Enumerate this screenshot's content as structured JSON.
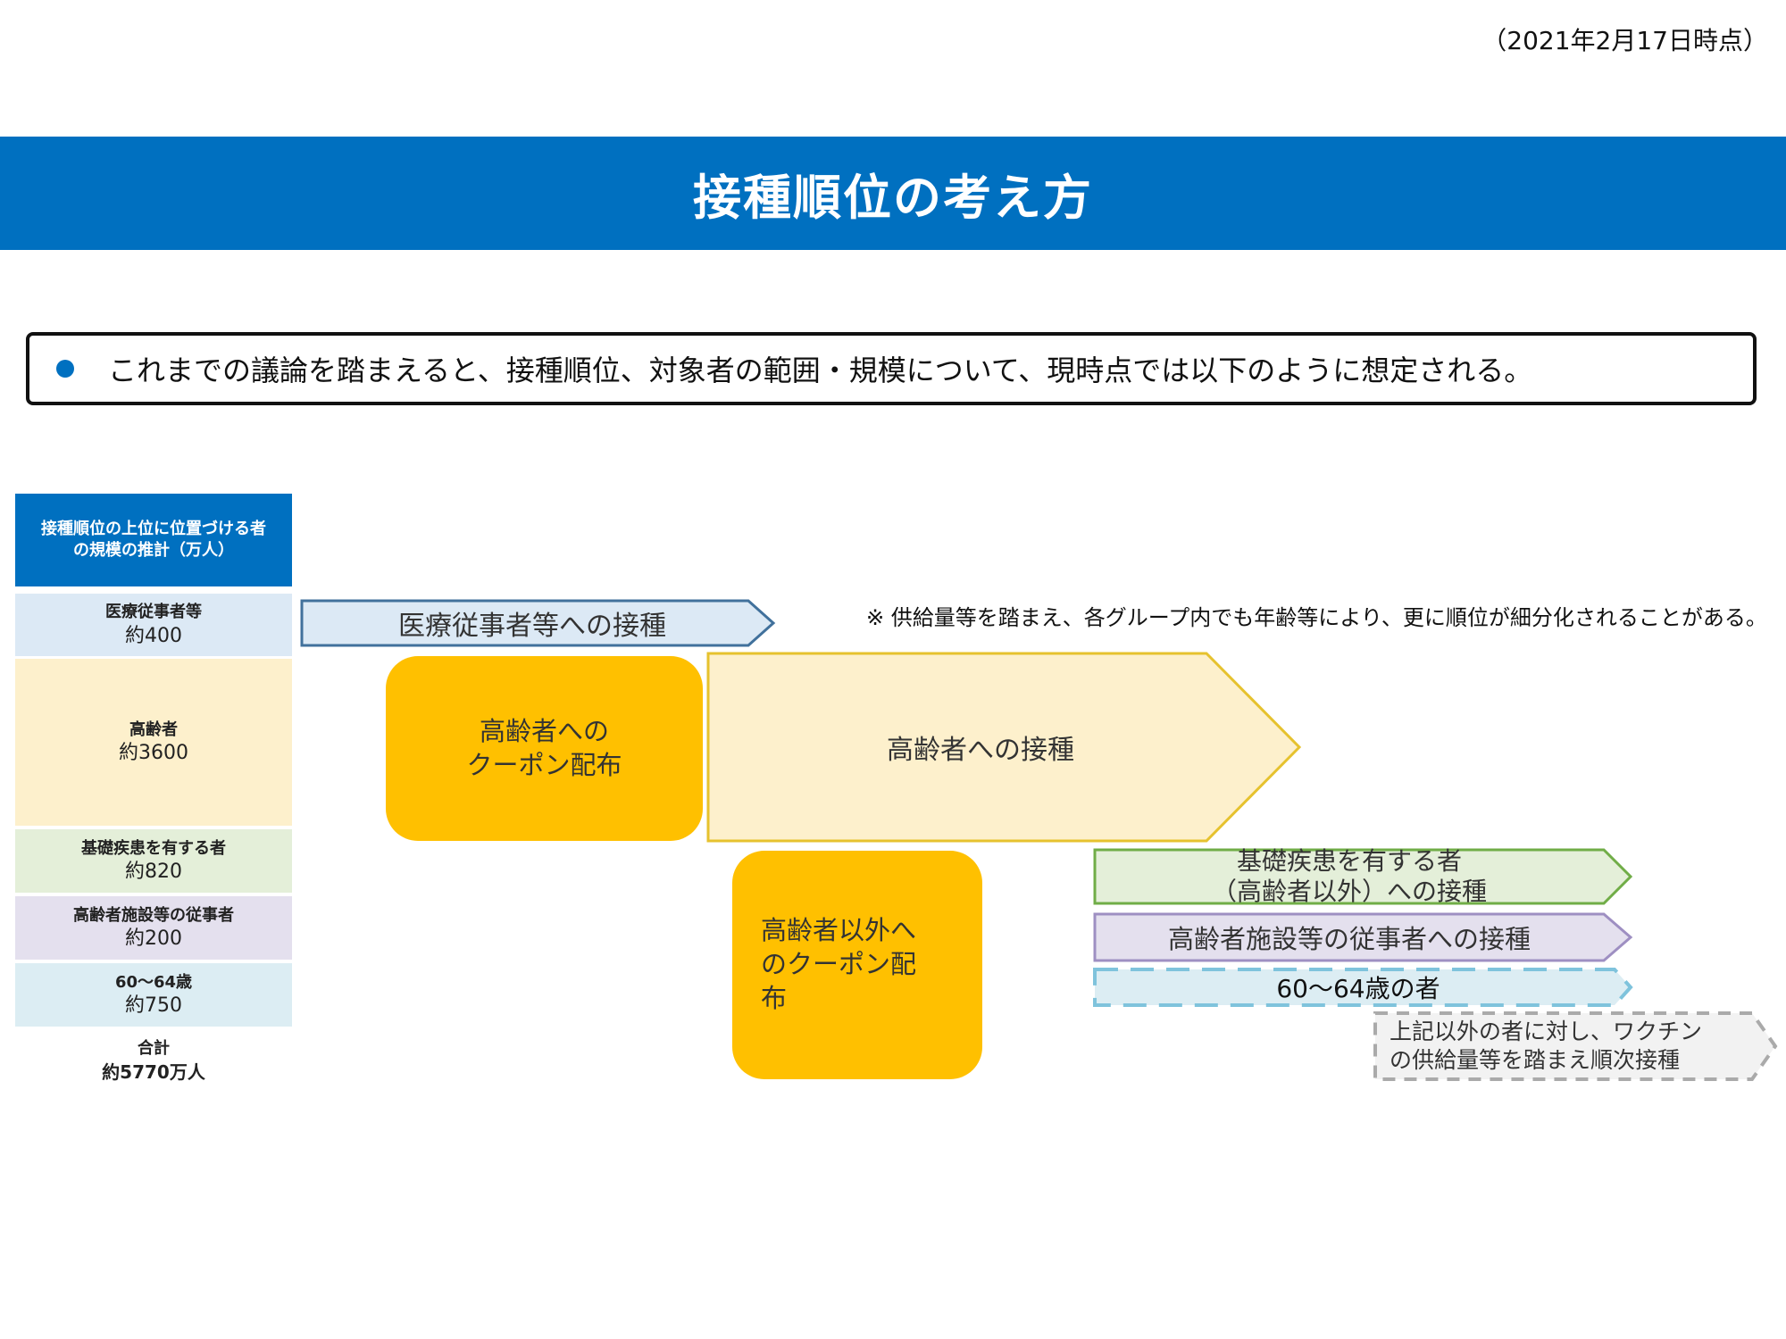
{
  "date_note": "（2021年2月17日時点）",
  "banner_title": "接種順位の考え方",
  "summary": "これまでの議論を踏まえると、接種順位、対象者の範囲・規模について、現時点では以下のように想定される。",
  "left_header": [
    "接種順位の上位に位置づける者",
    "の規模の推計（万人）"
  ],
  "groups": [
    {
      "name": "医療従事者等",
      "value": "約400"
    },
    {
      "name": "高齢者",
      "value": "約3600"
    },
    {
      "name": "基礎疾患を有する者",
      "value": "約820"
    },
    {
      "name": "高齢者施設等の従事者",
      "value": "約200"
    },
    {
      "name": "60～64歳",
      "value": "約750"
    }
  ],
  "total": {
    "label": "合計",
    "value": "約5770万人"
  },
  "note": "※ 供給量等を踏まえ、各グループ内でも年齢等により、更に順位が細分化されることがある。",
  "arrows": {
    "medical": "医療従事者等への接種",
    "elderly": "高齢者への接種",
    "condition": [
      "基礎疾患を有する者",
      "（高齢者以外）への接種"
    ],
    "facility": "高齢者施設等の従事者への接種",
    "age60": "60～64歳の者",
    "others": [
      "上記以外の者に対し、ワクチン",
      "の供給量等を踏まえ順次接種"
    ]
  },
  "coupons": {
    "elderly": [
      "高齢者への",
      "クーポン配布"
    ],
    "others": [
      "高齢者以外へ",
      "のクーポン配",
      "布"
    ]
  },
  "colors": {
    "banner": "#0070c0",
    "coupon": "#ffc000",
    "medical_fill": "#dce9f5",
    "medical_stroke": "#41719c",
    "elderly_fill": "#fdf0cc",
    "elderly_stroke": "#e6c22e",
    "condition_fill": "#e4efd9",
    "condition_stroke": "#70ad47",
    "facility_fill": "#e4e0ee",
    "facility_stroke": "#9e8fc2",
    "age60_fill": "#dcedf3",
    "age60_stroke": "#7fc3dc",
    "others_fill": "#f2f2f2",
    "others_stroke": "#aaaaaa"
  }
}
